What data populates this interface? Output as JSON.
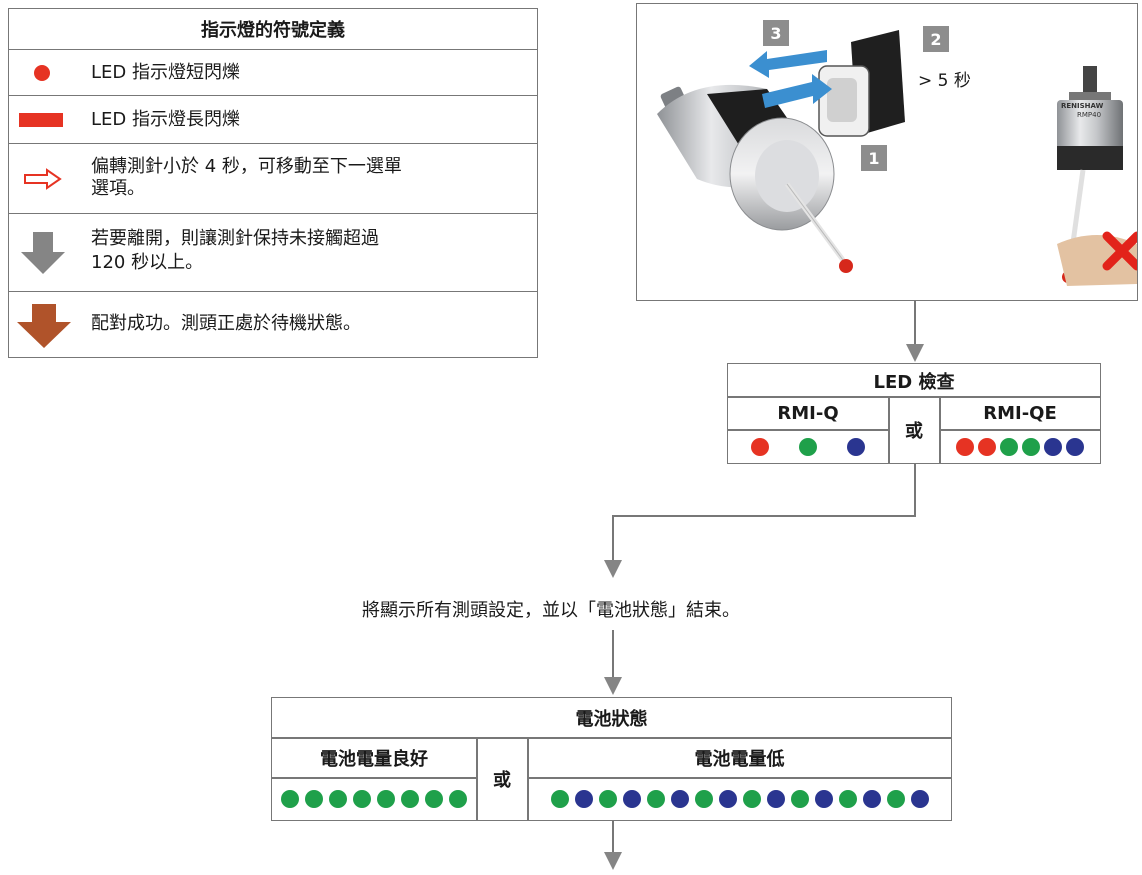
{
  "legend": {
    "title": "指示燈的符號定義",
    "rows": [
      {
        "icon": "red-dot-icon",
        "text": "LED 指示燈短閃爍"
      },
      {
        "icon": "red-bar-icon",
        "text": "LED 指示燈長閃爍"
      },
      {
        "icon": "hollow-arrow-right-icon",
        "text": "偏轉測針小於 4 秒，可移動至下一選單",
        "text2": "選項。"
      },
      {
        "icon": "gray-arrow-down-icon",
        "text": "若要離開，則讓測針保持未接觸超過",
        "text2": "120 秒以上。"
      },
      {
        "icon": "brown-arrow-down-icon",
        "text": "配對成功。測頭正處於待機狀態。"
      }
    ]
  },
  "illustration": {
    "step1": "1",
    "step2": "2",
    "step3": "3",
    "time_label": "> 5 秒",
    "probe_brand": "RENISHAW",
    "probe_model": "RMP40"
  },
  "led_check": {
    "title": "LED 檢查",
    "left_header": "RMI-Q",
    "or": "或",
    "right_header": "RMI-QE",
    "left_dots": [
      "red",
      "green",
      "blue"
    ],
    "right_dots": [
      "red",
      "red",
      "green",
      "green",
      "blue",
      "blue"
    ]
  },
  "middle_text": "將顯示所有測頭設定，並以「電池狀態」結束。",
  "battery": {
    "title": "電池狀態",
    "good_header": "電池電量良好",
    "or": "或",
    "low_header": "電池電量低",
    "good_dots": [
      "green",
      "green",
      "green",
      "green",
      "green",
      "green",
      "green",
      "green"
    ],
    "low_dots": [
      "green",
      "blue",
      "green",
      "blue",
      "green",
      "blue",
      "green",
      "blue",
      "green",
      "blue",
      "green",
      "blue",
      "green",
      "blue",
      "green",
      "blue"
    ]
  },
  "colors": {
    "red": "#e63323",
    "green": "#1fa04a",
    "blue": "#2a3590",
    "gray": "#858585",
    "brown": "#b0532a"
  }
}
